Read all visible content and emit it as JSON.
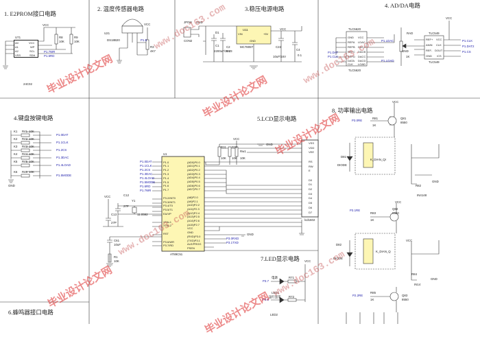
{
  "sections": {
    "e2prom": "1. E2PROM接口电路",
    "temp": "2. 温度传感器电路",
    "reg": "3.稳压电源电路",
    "adda": "4. AD/DA电路",
    "keys": "4.键盘按键电路",
    "lcd": "5.LCD显示电路",
    "pwr_out": "8. 功率输出电路",
    "led": "7.LED显示电路",
    "buzzer": "6.蜂鸣器接口电路"
  },
  "e2prom": {
    "ref": "U71",
    "pins_left": [
      "A0",
      "A1",
      "A2",
      "VSS"
    ],
    "pins_right": [
      "VCC",
      "WP",
      "SCL",
      "SDA"
    ],
    "part": "24C02",
    "r1": "R8",
    "r1v": "10K",
    "r2": "R9",
    "r2v": "10K",
    "vcc": "VCC",
    "net_scl": "P1.7WR",
    "net_sda": "P1.6RD"
  },
  "temp": {
    "ref": "U21",
    "part": "DS18B20",
    "r": "R3",
    "rv": "4K7",
    "net": "P1.5",
    "vcc": "VCC"
  },
  "reg": {
    "jack": "JP0W",
    "conn": "CON2",
    "gnd": "GND",
    "c1": "C1",
    "c1v": "2200uF/35V",
    "c2": "C2",
    "c2v": "0.33",
    "d": "D1",
    "u": "U11",
    "part": "MC7805T",
    "pin_in": "VIN",
    "pin_out": "+5V",
    "c3": "C22",
    "c3v": "10uF/16V",
    "c4": "C4",
    "c4v": "0.1",
    "vcc": "VCC",
    "pin_gnd": "GND"
  },
  "adda": {
    "u1": "TLC5620",
    "u1_left": [
      "GND",
      "REFA",
      "REFB",
      "REFC",
      "REFD",
      "DATA",
      "CLK"
    ],
    "u1_right": [
      "VCC",
      "LDAC",
      "DACA",
      "DACB",
      "DACC",
      "DACD",
      "LOAD"
    ],
    "u2": "TLC549",
    "u2_left": [
      "REF+",
      "ANIN",
      "REF-",
      "GND"
    ],
    "u2_right": [
      "VCC",
      "CLK",
      "DOUT",
      "/CS"
    ],
    "pot": "RAD",
    "potv": "1K",
    "vcc": "VCC",
    "gnd": "GND",
    "nets": [
      "P1.DAT",
      "P1.CLK",
      "P1.LDAC",
      "P1.LOAD",
      "P1.CLK",
      "P1.DAT2",
      "P1.CS"
    ]
  },
  "keys": {
    "rows": [
      {
        "sw": "K1",
        "r": "R41",
        "rv": "10K",
        "net": "P1.0DAT"
      },
      {
        "sw": "K2",
        "r": "R42",
        "rv": "10K",
        "net": "P1.1CLK"
      },
      {
        "sw": "K3",
        "r": "R43",
        "rv": "10K",
        "net": "P1.2CS"
      },
      {
        "sw": "K4",
        "r": "R44",
        "rv": "10K",
        "net": "P1.3DAC"
      },
      {
        "sw": "K5",
        "r": "R45",
        "rv": "10K",
        "net": "P1.4LOAD"
      },
      {
        "sw": "K6",
        "r": "R46",
        "rv": "10K",
        "net": "P1.5MODE"
      }
    ],
    "gnd": "GND"
  },
  "mcu": {
    "ref": "U1",
    "part": "AT89C51",
    "left": [
      "P1.0",
      "P1.1",
      "P1.2",
      "P1.3",
      "P1.4",
      "P1.5",
      "P1.6",
      "P1.7",
      "",
      "P3.2/INT0",
      "P3.3/INT1",
      "P3.4/T0",
      "P3.5/T1",
      "EA/VP",
      "",
      "XTAL1",
      "XTAL2",
      "",
      "RST",
      "",
      "P3.6/WR",
      "P3.7/RD"
    ],
    "right": [
      "(AD0)P0.0",
      "(AD1)P0.1",
      "(AD2)P0.2",
      "(AD3)P0.3",
      "(AD4)P0.4",
      "(AD5)P0.5",
      "(AD6)P0.6",
      "(AD7)P0.7",
      "",
      "(A8)P2.0",
      "(A9)P2.1",
      "(A10)P2.2",
      "(A11)P2.3",
      "(A12)P2.4",
      "(A13)P2.5",
      "(A14)P2.6",
      "(A15)P2.7",
      "VCC",
      "GND",
      "(RXD)P3.0",
      "(TXD)P3.1",
      "ALE/PROG",
      "PSEN"
    ],
    "nets_left": [
      "P1.0DAT",
      "P1.1CLK",
      "P1.2CS",
      "P1.3DAC",
      "P1.4LOAD",
      "P1.5MODE",
      "P1.6RD",
      "P1.7WR"
    ],
    "crystal": "Y1",
    "crystalv": "11.0592",
    "c1": "C12",
    "c1v": "27P",
    "c2": "C13",
    "c2v": "27P",
    "c3": "C61",
    "c3v": "10uF",
    "r": "R1",
    "rv": "10K",
    "vcc": "VCC",
    "gnd": "GND",
    "net_rxd": "P3.0RXD",
    "net_txd": "P3.1TXD"
  },
  "lcd": {
    "pins": [
      "VSS",
      "VDD",
      "VEE",
      "",
      "RS",
      "RW",
      "E",
      "",
      "D0",
      "D1",
      "D2",
      "D3",
      "D4",
      "D5",
      "D6",
      "D7"
    ],
    "part": "lcd1602",
    "r1": "R31",
    "r1v": "10K",
    "r2": "R32",
    "r2v": "10K",
    "pot": "Rw1",
    "potv": "10K",
    "vcc": "VCC",
    "gnd": "GND"
  },
  "power": {
    "q1": "Q81",
    "q1v": "8550",
    "r1": "R81",
    "r1v": "1K",
    "net1": "P3.0RE",
    "relay1": "K_DIAN_QI",
    "d1": "D81",
    "d1v": "DIODE",
    "r2": "R82",
    "r2v": "1K",
    "q2": "Q82",
    "q2v": "8550",
    "r3": "R83",
    "r3v": "1K",
    "net2": "P3.1RE",
    "relay2": "K_DIAN_Q",
    "d2": "D82",
    "d2v": "DIODE",
    "r4": "R84",
    "r4v": "1K",
    "q3": "Q83",
    "q3v": "8550",
    "r5": "R85",
    "r5v": "1K",
    "net3": "P2.2RE",
    "led_lbl": "IN4148",
    "led_lbl2": "IN14",
    "vcc": "VCC",
    "gnd": "GND",
    "r_lbl": "R8",
    "r_lbl2": "R8"
  },
  "leds": {
    "d1": "LED1",
    "d1lbl": "电源",
    "r1": "R71",
    "r1v": "470",
    "net1": "P3.7",
    "d2": "LED2",
    "d2lbl": "运行显示",
    "r2": "R72",
    "r2v": "470",
    "net2": "P3.6",
    "vcc": "VCC"
  },
  "watermarks": [
    "毕业设计论文网",
    "www.doc163.com",
    "毕业设计论文网",
    "www.doc163.com",
    "毕业设计论文网",
    "www.doc163.com",
    "毕业设计论文网",
    "www.doc163.com",
    "毕业设计论文网"
  ]
}
